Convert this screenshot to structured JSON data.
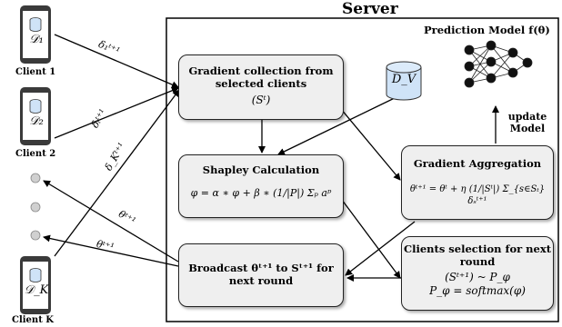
{
  "server": {
    "title": "Server"
  },
  "clients": {
    "client1": {
      "symbol": "𝒟₁",
      "label": "Client 1"
    },
    "client2": {
      "symbol": "𝒟₂",
      "label": "Client 2"
    },
    "clientK": {
      "symbol": "𝒟_K",
      "label": "Client K"
    }
  },
  "edges": {
    "grad1": "δ₁ᵗ⁺¹",
    "gradi": "δᵢᵗ⁺¹",
    "gradK": "δ_Kᵗ⁺¹",
    "theta_a": "θᵗ⁺¹",
    "theta_b": "θᵗ⁺¹"
  },
  "boxes": {
    "collect": {
      "line1": "Gradient collection from",
      "line2": "selected clients",
      "line3": "(Sᵗ)"
    },
    "shapley": {
      "title": "Shapley Calculation",
      "formula": "φ = α ∗ φ + β ∗ (1/|P|) Σₚ aᵖ"
    },
    "broadcast": {
      "line1": "Broadcast θᵗ⁺¹ to Sᵗ⁺¹ for",
      "line2": "next round"
    },
    "aggregate": {
      "title": "Gradient Aggregation",
      "formula": "θᵗ⁺¹ = θᵗ + η (1/|Sᵗ|) Σ_{s∈Sₜ} δₛᵗ⁺¹"
    },
    "selection": {
      "line1": "Clients selection for next",
      "line2": "round",
      "line3": "(Sᵗ⁺¹) ~ P_φ",
      "line4": "P_φ = softmax(φ)"
    }
  },
  "dataset": {
    "symbol": "D_V"
  },
  "model": {
    "title": "Prediction Model f(θ)",
    "update_line1": "update",
    "update_line2": "Model"
  }
}
